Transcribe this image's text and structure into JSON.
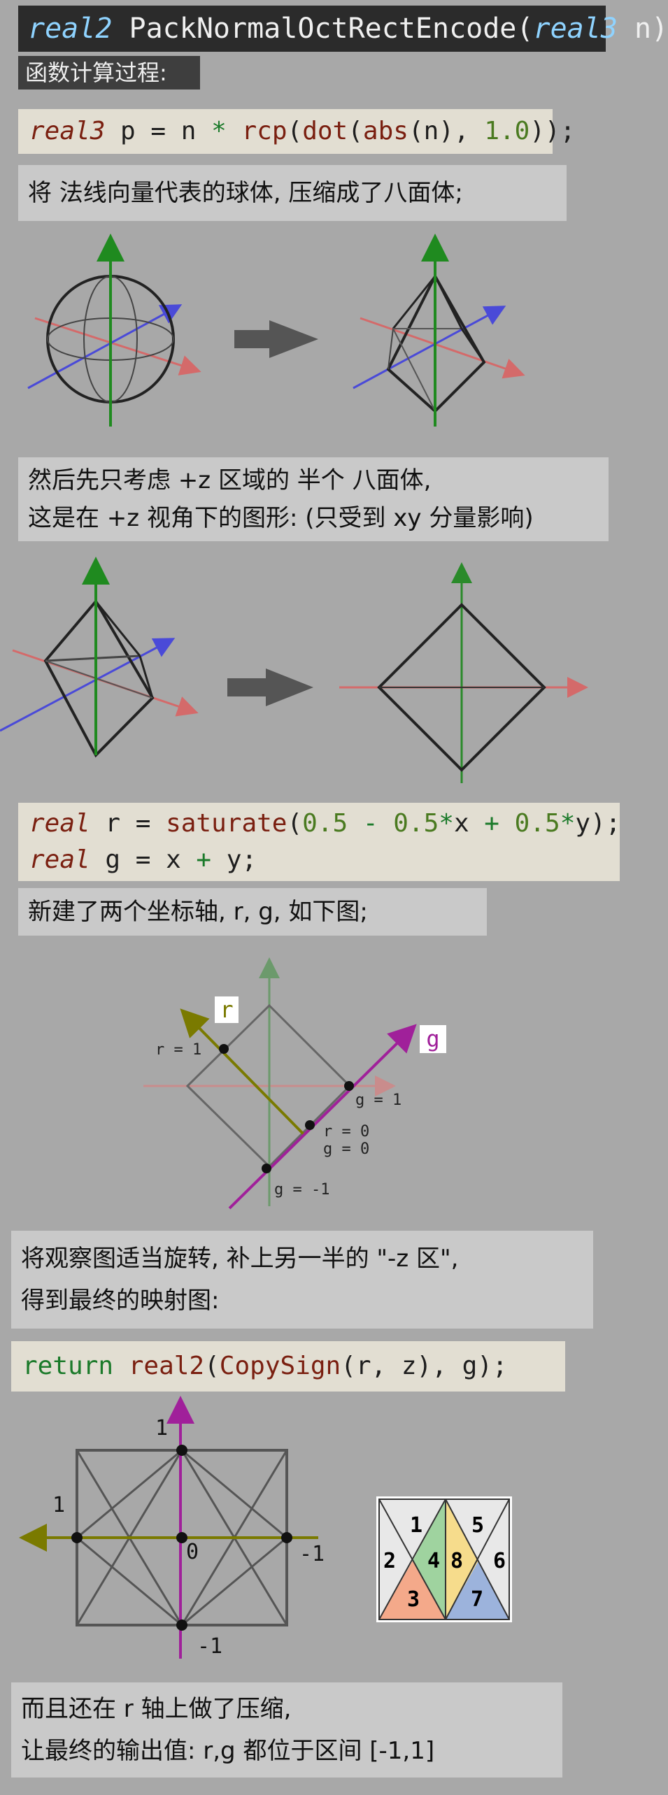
{
  "title": {
    "type_kw": "real2",
    "rest": " PackNormalOctRectEncode(",
    "arg_kw": "real3",
    "arg": " n)"
  },
  "subtitle": "函数计算过程:",
  "code1": {
    "type": "real3",
    "a": " p = n ",
    "op": "*",
    "b": " ",
    "f1": "rcp",
    "c": "(",
    "f2": "dot",
    "d": "(",
    "f3": "abs",
    "e": "(n), ",
    "num": "1.0",
    "end": "));"
  },
  "note1": "将 法线向量代表的球体, 压缩成了八面体;",
  "note2": {
    "line1": "然后先只考虑 +z 区域的 半个 八面体,",
    "line2": "这是在 +z 视角下的图形: (只受到 xy 分量影响)"
  },
  "code2": {
    "l1_type": "real",
    "l1_a": " r = ",
    "l1_f": "saturate",
    "l1_b": "(",
    "l1_n1": "0.5",
    "l1_c": " - ",
    "l1_n2": "0.5",
    "l1_op1": "*",
    "l1_d": "x ",
    "l1_op2": "+",
    "l1_e": " ",
    "l1_n3": "0.5",
    "l1_op3": "*",
    "l1_g": "y);",
    "l2_type": "real",
    "l2_a": " g = x ",
    "l2_op": "+",
    "l2_b": " y;"
  },
  "note3": "新建了两个坐标轴, r, g, 如下图;",
  "fig4": {
    "r_axis": "r",
    "g_axis": "g",
    "r1": "r = 1",
    "g1": "g = 1",
    "r0": "r = 0",
    "g0": "g = 0",
    "gm1": "g = -1"
  },
  "note4": {
    "line1": "将观察图适当旋转, 补上另一半的 \"-z 区\",",
    "line2": "得到最终的映射图:"
  },
  "code3": {
    "kw": "return",
    "sp": " ",
    "f1": "real2",
    "a": "(",
    "f2": "CopySign",
    "b": "(r, z), g);"
  },
  "fig5": {
    "top": "1",
    "left": "1",
    "center": "0",
    "right": "-1",
    "bottom": "-1"
  },
  "fig6": {
    "n1": "1",
    "n2": "2",
    "n3": "3",
    "n4": "4",
    "n5": "5",
    "n6": "6",
    "n7": "7",
    "n8": "8"
  },
  "note5": {
    "line1": "而且还在 r 轴上做了压缩,",
    "line2": "让最终的输出值: r,g 都位于区间 [-1,1]"
  },
  "colors": {
    "green_axis": "#1f8a1f",
    "red_axis": "#d46a6a",
    "blue_axis": "#4a4ad8",
    "olive": "#7a7a00",
    "purple": "#a0209a",
    "arrow": "#555555"
  }
}
